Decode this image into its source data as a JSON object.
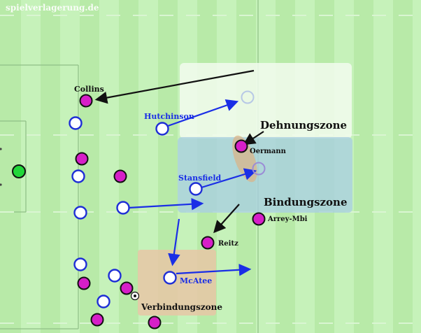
{
  "watermark": "spielverlagerung.de",
  "colors": {
    "stripe_light": "#c4f0b8",
    "stripe_dark": "#b0e6a2",
    "pitch_line": "#8fbf86",
    "team_magenta": "#d61fc8",
    "team_blue": "#1f2fd6",
    "goalkeeper": "#22d63a",
    "arrow_black": "#111111",
    "arrow_blue": "#1a2ee6",
    "zone_white": "#f2fbef",
    "zone_blue": "#a9cfe0",
    "zone_tan": "#e6c7a6"
  },
  "zones": [
    {
      "id": "white-zone",
      "label": ""
    },
    {
      "id": "dehnungszone",
      "label": "Dehnungszone"
    },
    {
      "id": "bindungszone",
      "label": "Bindungszone"
    },
    {
      "id": "verbindungszone",
      "label": "Verbindungszone"
    }
  ],
  "players": {
    "collins": "Collins",
    "hutchinson": "Hutchinson",
    "oermann": "Oermann",
    "stansfield": "Stansfield",
    "arrey_mbi": "Arrey-Mbi",
    "reitz": "Reitz",
    "mcatee": "McAtee"
  }
}
